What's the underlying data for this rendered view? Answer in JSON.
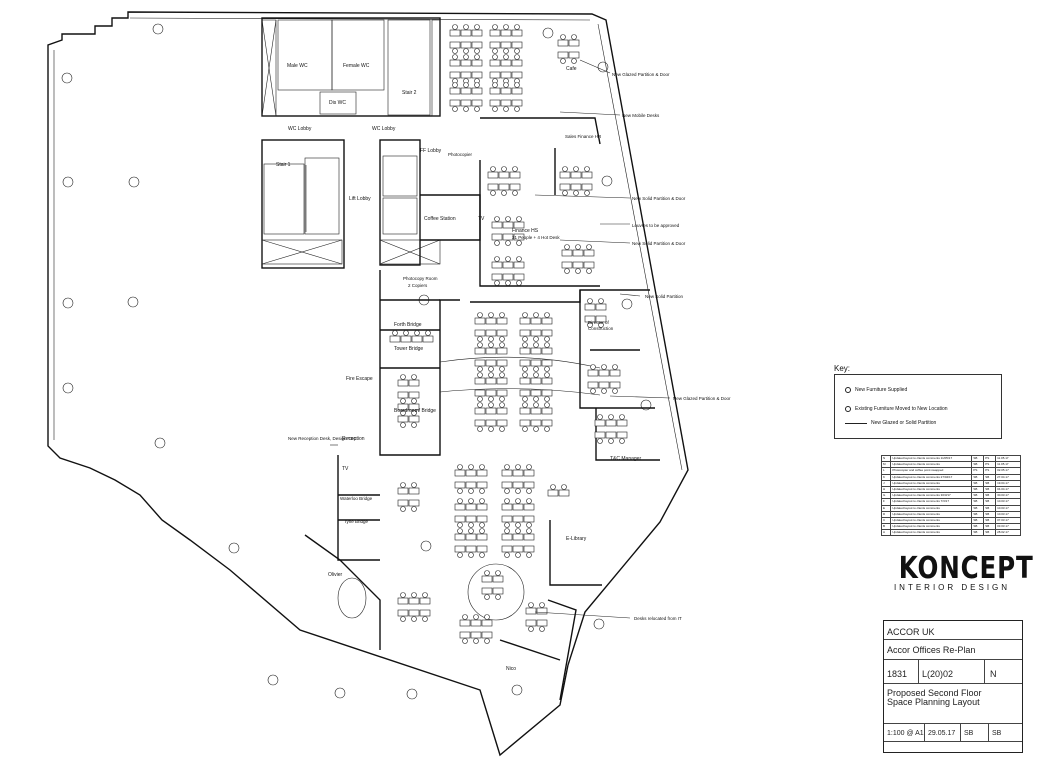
{
  "rooms": {
    "male_wc": "Male WC",
    "female_wc": "Female WC",
    "stair_2": "Stair 2",
    "dis_wc": "Dis WC",
    "wc_lobby_a": "WC Lobby",
    "wc_lobby_b": "WC Lobby",
    "stair_1": "Stair 1",
    "lift_lobby": "Lift Lobby",
    "ff_lobby": "FF Lobby",
    "photocopier": "Photocopier",
    "coffee_station": "Coffee Station",
    "tv_1": "TV",
    "sales_finance": "Sales Finance HR",
    "finance_hs": "Finance HS",
    "finance_hs_sub": "21 People + 4 Hot Desk",
    "photocopy_room": "Photocopy Room",
    "photocopy_room_sub": "2 Copiers",
    "forth_bridge": "Forth Bridge",
    "tower_bridge": "Tower Bridge",
    "director": "Director of",
    "director_sub": "Construction",
    "fire_escape": "Fire Escape",
    "boardroom": "Boardroom/ Bridge",
    "reception": "Reception",
    "tv_2": "TV",
    "waterloo_bridge": "Waterloo Bridge",
    "tyne_bridge": "Tyne Bridge",
    "tac_manager": "T&C Manager",
    "e_library": "E-Library",
    "olivier": "Olivier",
    "nico": "Nico",
    "cafe": "Cafe"
  },
  "annotations": {
    "a1": "New Glazed Partition & Door",
    "a2": "New Mobile Desks",
    "a3": "New Solid Partition & Door",
    "a4": "Louvres to be approved",
    "a5": "New Solid Partition & Door",
    "a6": "New Solid Partition",
    "a7": "New Glazed Partition & Door",
    "a8": "New Reception Desk, Design TBC",
    "a9": "Desks relocated from IT"
  },
  "key": {
    "title": "Key:",
    "items": [
      "New Furniture Supplied",
      "Existing Furniture Moved to New Location",
      "New Glazed or Solid Partition"
    ]
  },
  "revisions": [
    [
      "N",
      "Updated layout to clients comments 11/05/17",
      "SB",
      "PS",
      "11.05.17"
    ],
    [
      "M",
      "Updated layout to clients comments",
      "SB",
      "PS",
      "11.05.17"
    ],
    [
      "L",
      "Photocopier and coffee point swapped",
      "PS",
      "PS",
      "02.05.17"
    ],
    [
      "K",
      "Updated layout to clients comments 27/04/17",
      "SB",
      "SB",
      "27.04.17"
    ],
    [
      "J",
      "Updated layout to clients comments",
      "SB",
      "SB",
      "19.04.17"
    ],
    [
      "H",
      "Updated layout to clients comments",
      "SB",
      "SB",
      "04.04.17"
    ],
    [
      "G",
      "Updated layout to clients comments 30/3/17",
      "SB",
      "SB",
      "30.03.17"
    ],
    [
      "F",
      "Updated layout to clients comments 7/3/17",
      "SB",
      "SB",
      "10.03.17"
    ],
    [
      "E",
      "Updated layout to clients comments",
      "SB",
      "SB",
      "10.03.17"
    ],
    [
      "D",
      "Updated layout to clients comments",
      "SB",
      "SB",
      "10.03.17"
    ],
    [
      "C",
      "Updated layout to clients comments",
      "SB",
      "SB",
      "07.03.17"
    ],
    [
      "B",
      "Updated layout to clients comments",
      "SB",
      "SB",
      "03.03.17"
    ],
    [
      "A",
      "Updated layout to clients comments",
      "SB",
      "SB",
      "28.02.17"
    ]
  ],
  "title_block": {
    "logo": "KONCEPT",
    "logo_sub": "INTERIOR DESIGN",
    "client": "ACCOR UK",
    "project": "Accor Offices Re-Plan",
    "job_no": "1831",
    "drawing_no": "L(20)02",
    "revision": "N",
    "title": "Proposed Second Floor Space Planning Layout",
    "scale": "1:100 @ A1",
    "date": "29.05.17",
    "drawn": "SB",
    "checked": "SB"
  }
}
